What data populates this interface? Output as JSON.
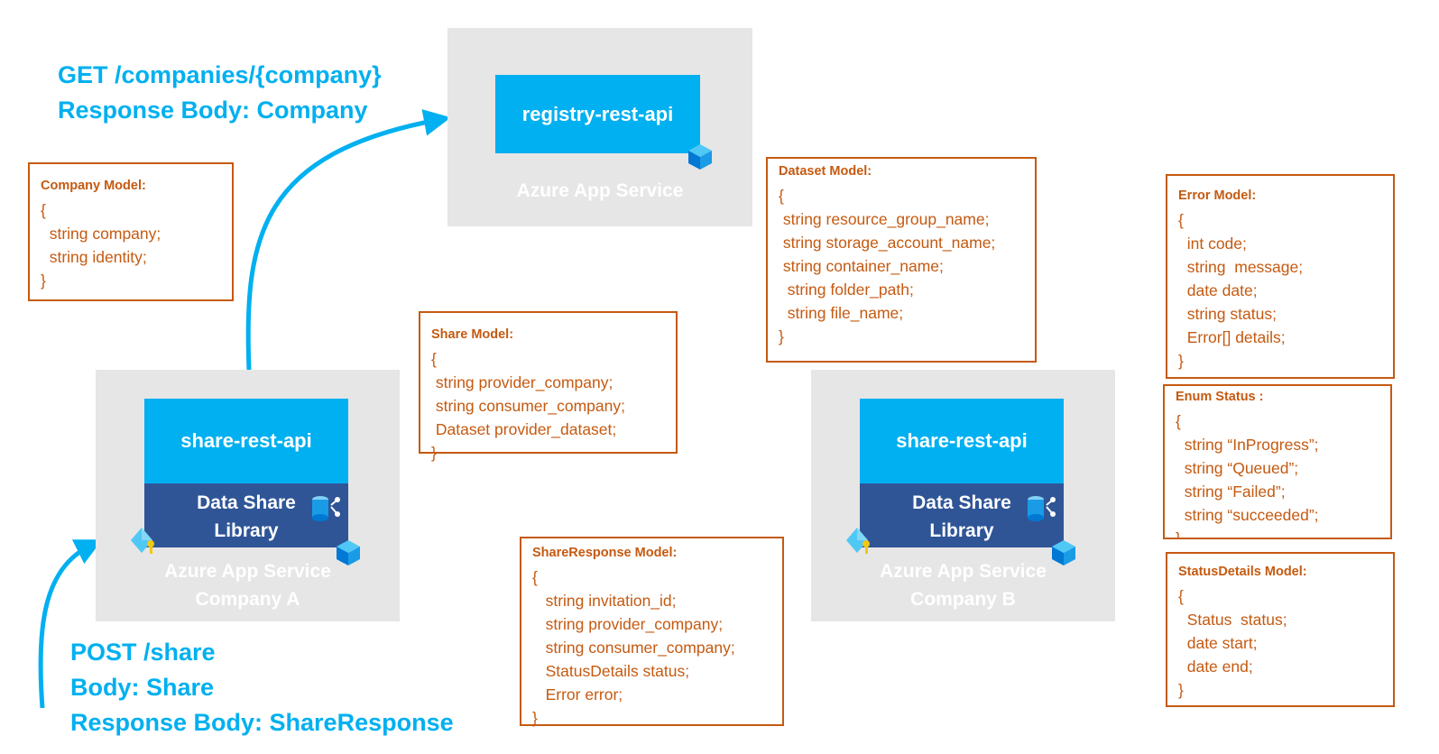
{
  "registry": {
    "api_label": "registry-rest-api",
    "service_label": "Azure App Service",
    "request_lines": [
      "GET /companies/{company}",
      "Response Body: Company"
    ]
  },
  "company_a": {
    "api_label": "share-rest-api",
    "library_lines": [
      "Data Share",
      "Library"
    ],
    "service_lines": [
      "Azure App Service",
      "Company A"
    ],
    "request_lines": [
      "POST /share",
      "Body: Share",
      "Response Body: ShareResponse"
    ]
  },
  "company_b": {
    "api_label": "share-rest-api",
    "library_lines": [
      "Data Share",
      "Library"
    ],
    "service_lines": [
      "Azure App Service",
      "Company B"
    ]
  },
  "models": {
    "company": {
      "title": "Company Model:",
      "lines": [
        "{",
        "  string company;",
        "  string identity;",
        "}"
      ]
    },
    "share": {
      "title": "Share Model:",
      "lines": [
        "{",
        " string provider_company;",
        " string consumer_company;",
        " Dataset provider_dataset;",
        "}"
      ]
    },
    "dataset": {
      "title": "Dataset Model:",
      "lines": [
        "{",
        " string resource_group_name;",
        " string storage_account_name;",
        " string container_name;",
        "  string folder_path;",
        "  string file_name;",
        "}"
      ]
    },
    "share_response": {
      "title": "ShareResponse Model:",
      "lines": [
        "{",
        "   string invitation_id;",
        "   string provider_company;",
        "   string consumer_company;",
        "   StatusDetails status;",
        "   Error error;",
        "}"
      ]
    },
    "error": {
      "title": "Error Model:",
      "lines": [
        "{",
        "  int code;",
        "  string  message;",
        "  date date;",
        "  string status;",
        "  Error[] details;",
        "}"
      ]
    },
    "enum_status": {
      "title": "Enum Status :",
      "lines": [
        "{",
        "  string “InProgress”;",
        "  string “Queued”;",
        "  string “Failed”;",
        "  string “succeeded”;",
        "}"
      ]
    },
    "status_details": {
      "title": "StatusDetails Model:",
      "lines": [
        "{",
        "  Status  status;",
        "  date start;",
        "  date end;",
        "}"
      ]
    }
  },
  "icons": {
    "app_service": "cube-icon",
    "storage": "storage-icon",
    "identity": "key-identity-icon"
  },
  "colors": {
    "accent_blue": "#00b0f0",
    "library_blue": "#2f5597",
    "service_gray": "#e6e6e6",
    "model_orange": "#c55a11"
  }
}
